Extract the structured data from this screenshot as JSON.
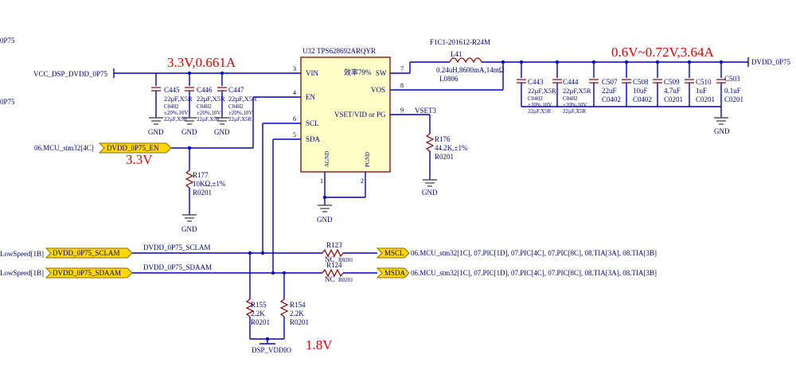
{
  "chip": {
    "ref": "U32",
    "part": "TPS628692ARQYR",
    "efficiency": "效率79%",
    "pins_left": [
      {
        "num": "3",
        "name": "VIN"
      },
      {
        "num": "4",
        "name": "EN"
      },
      {
        "num": "6",
        "name": "SCL"
      },
      {
        "num": "5",
        "name": "SDA"
      }
    ],
    "pins_right": [
      {
        "num": "7",
        "name": "SW"
      },
      {
        "num": "8",
        "name": "VOS"
      },
      {
        "num": "9",
        "name": "VSET/VID or PG"
      }
    ],
    "pins_bottom": [
      {
        "num": "1",
        "name": "AGND"
      },
      {
        "num": "2",
        "name": "PGND"
      }
    ]
  },
  "nets": {
    "vcc_in": "VCC_DSP_DVDD_0P75",
    "out": "DVDD_0P75",
    "en_port": "DVDD_0P75_EN",
    "en_src": "06.MCU_stm32[4C]",
    "sclam_port": "DVDD_0P75_SCLAM",
    "sclam_net": "DVDD_0P75_SCLAM",
    "sdaam_port": "DVDD_0P75_SDAAM",
    "sdaam_net": "DVDD_0P75_SDAAM",
    "lowspeed_scl": "LowSpeed[1B]",
    "lowspeed_sda": "LowSpeed[1B]",
    "mscl": "MSCL",
    "msda": "MSDA",
    "mscl_refs": "06.MCU_stm32[1C], 07.PIC[1D], 07.PIC[4C], 07.PIC[8C], 08.TIA[3A], 08.TIA[3B]",
    "msda_refs": "06.MCU_stm32[1C], 07.PIC[1D], 07.PIC[4C], 07.PIC[8C], 08.TIA[3A], 08.TIA[3B]",
    "vset": "VSET3",
    "dsp_vddio": "DSP_VDDIO",
    "edge_top": "0P75",
    "edge_mid": "0P75",
    "gnd": "GND"
  },
  "annotations": {
    "vin": "3.3V,0.661A",
    "vout": "0.6V~0.72V,3.64A",
    "en": "3.3V",
    "io": "1.8V"
  },
  "inductor": {
    "title": "F1C1-201612-R24M",
    "ref": "L41",
    "value": "0.24uH,8600mA,14mΩ",
    "pkg": "L0806"
  },
  "caps_in": [
    {
      "ref": "C445",
      "value": "22µF,X5R",
      "pkg": "C0402",
      "tol": "±20%,10V",
      "extra": "22µF,X5R"
    },
    {
      "ref": "C446",
      "value": "22µF,X5R",
      "pkg": "C0402",
      "tol": "±20%,10V",
      "extra": "22µF,X5R"
    },
    {
      "ref": "C447",
      "value": "22µF,X5R",
      "pkg": "C0402",
      "tol": "±20%,10V",
      "extra": "22µF,X5R"
    }
  ],
  "caps_out": [
    {
      "ref": "C443",
      "value": "22µF,X5R",
      "pkg": "C0402",
      "tol": "±20%,10V",
      "extra": "22µF,X5R"
    },
    {
      "ref": "C444",
      "value": "22µF,X5R",
      "pkg": "C0402",
      "tol": "±20%,10V",
      "extra": "22µF,X5R"
    },
    {
      "ref": "C507",
      "value": "22uF",
      "pkg": "C0402"
    },
    {
      "ref": "C508",
      "value": "10uF",
      "pkg": "C0402"
    },
    {
      "ref": "C509",
      "value": "4.7uF",
      "pkg": "C0201"
    },
    {
      "ref": "C510",
      "value": "1uF",
      "pkg": "C0201"
    },
    {
      "ref": "C503",
      "value": "0.1uF",
      "pkg": "C0201"
    }
  ],
  "resistors": {
    "r176": {
      "ref": "R176",
      "value": "44.2K,±1%",
      "pkg": "R0201"
    },
    "r177": {
      "ref": "R177",
      "value": "10KΩ,±1%",
      "pkg": "R0201"
    },
    "r123": {
      "ref": "R123",
      "value": "NC",
      "pkg": "R0201"
    },
    "r124": {
      "ref": "R124",
      "value": "NC",
      "pkg": "R0201"
    },
    "r155": {
      "ref": "R155",
      "value": "2.2K",
      "pkg": "R0201"
    },
    "r154": {
      "ref": "R154",
      "value": "2.2K",
      "pkg": "R0201"
    }
  }
}
